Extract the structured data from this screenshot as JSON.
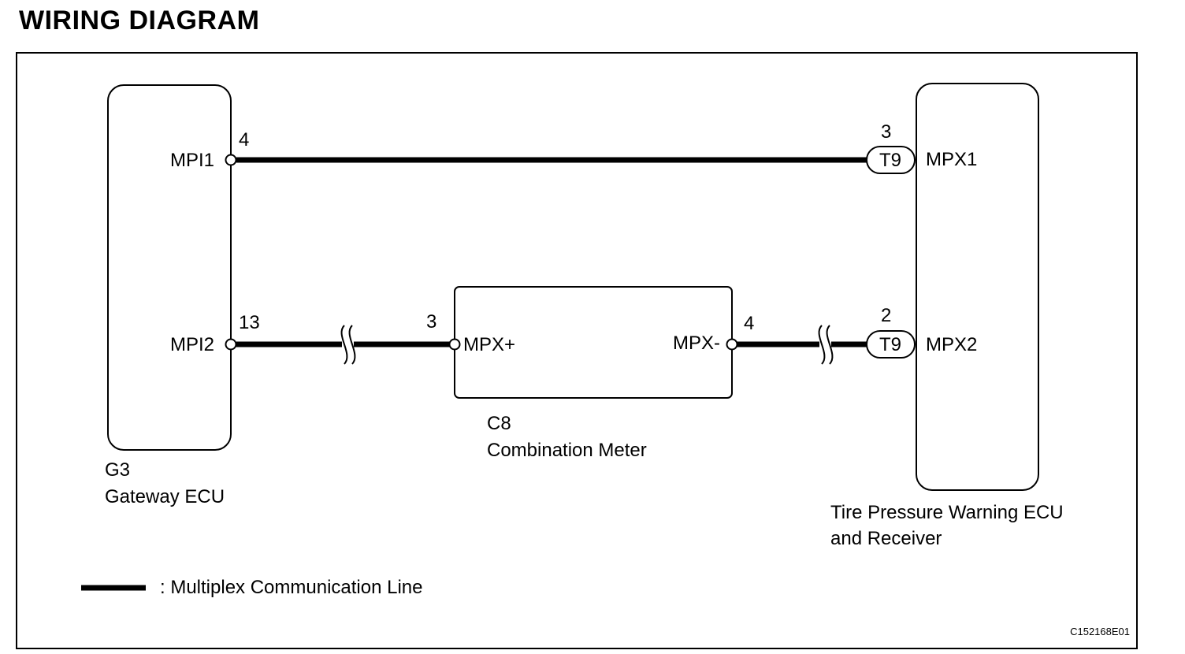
{
  "title": "WIRING DIAGRAM",
  "components": {
    "gateway_ecu": {
      "code": "G3",
      "name": "Gateway ECU",
      "pins": [
        {
          "number": "4",
          "name": "MPI1"
        },
        {
          "number": "13",
          "name": "MPI2"
        }
      ]
    },
    "combination_meter": {
      "code": "C8",
      "name": "Combination Meter",
      "pins": [
        {
          "number": "3",
          "name": "MPX+"
        },
        {
          "number": "4",
          "name": "MPX-"
        }
      ]
    },
    "tire_pressure_ecu": {
      "name_line1": "Tire Pressure Warning ECU",
      "name_line2": "and Receiver",
      "connector": "T9",
      "pins": [
        {
          "number": "3",
          "name": "MPX1"
        },
        {
          "number": "2",
          "name": "MPX2"
        }
      ]
    }
  },
  "legend": {
    "label": ": Multiplex Communication Line"
  },
  "figure_code": "C152168E01"
}
